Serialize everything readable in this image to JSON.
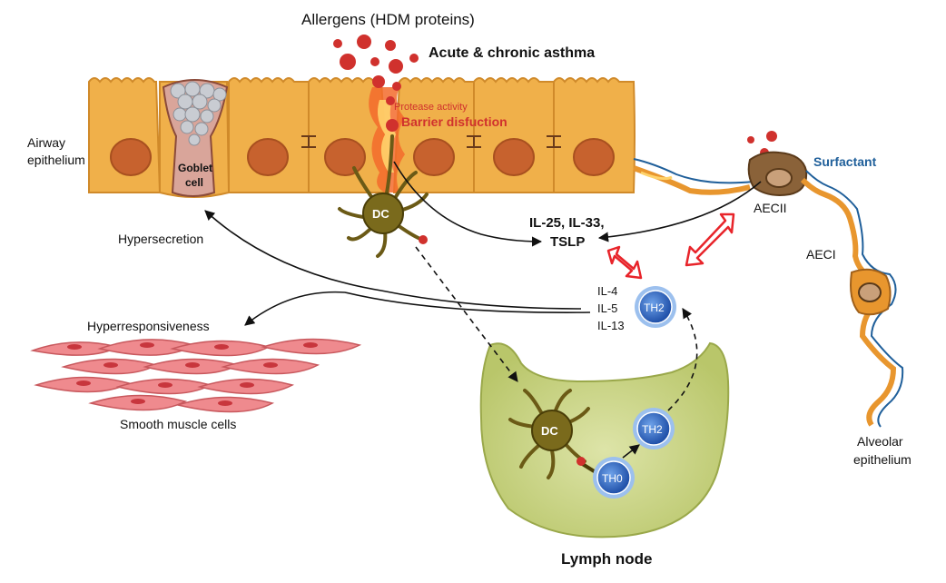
{
  "labels": {
    "allergens": "Allergens (HDM proteins)",
    "asthma": "Acute & chronic asthma",
    "protease": "Protease activity",
    "barrier": "Barrier disfuction",
    "airway_1": "Airway",
    "airway_2": "epithelium",
    "goblet_1": "Goblet",
    "goblet_2": "cell",
    "dc_top": "DC",
    "cytokines_1": "IL-25, IL-33,",
    "cytokines_2": "TSLP",
    "surfactant": "Surfactant",
    "aecii": "AECII",
    "aeci": "AECI",
    "alveolar_1": "Alveolar",
    "alveolar_2": "epithelium",
    "hypersecretion": "Hypersecretion",
    "hyperresponsiveness": "Hyperresponsiveness",
    "il4": "IL-4",
    "il5": "IL-5",
    "il13": "IL-13",
    "th2_top": "TH2",
    "smooth_muscle": "Smooth muscle cells",
    "dc_node": "DC",
    "th2_node": "TH2",
    "th0_node": "TH0",
    "lymph_node": "Lymph node"
  },
  "colors": {
    "epithelium": "#f0b04a",
    "nucleus": "#c7622e",
    "allergen": "#d0312d",
    "goblet": "#d9a59a",
    "dc": "#6b5a16",
    "th_cell": "#2f6fc7",
    "lymph": "#cfd88f",
    "muscle": "#ef8a8e",
    "surfactant": "#1f5f9a",
    "alveolar": "#e8962e",
    "aecii": "#8a6239",
    "inflammation": "#e8452a"
  }
}
